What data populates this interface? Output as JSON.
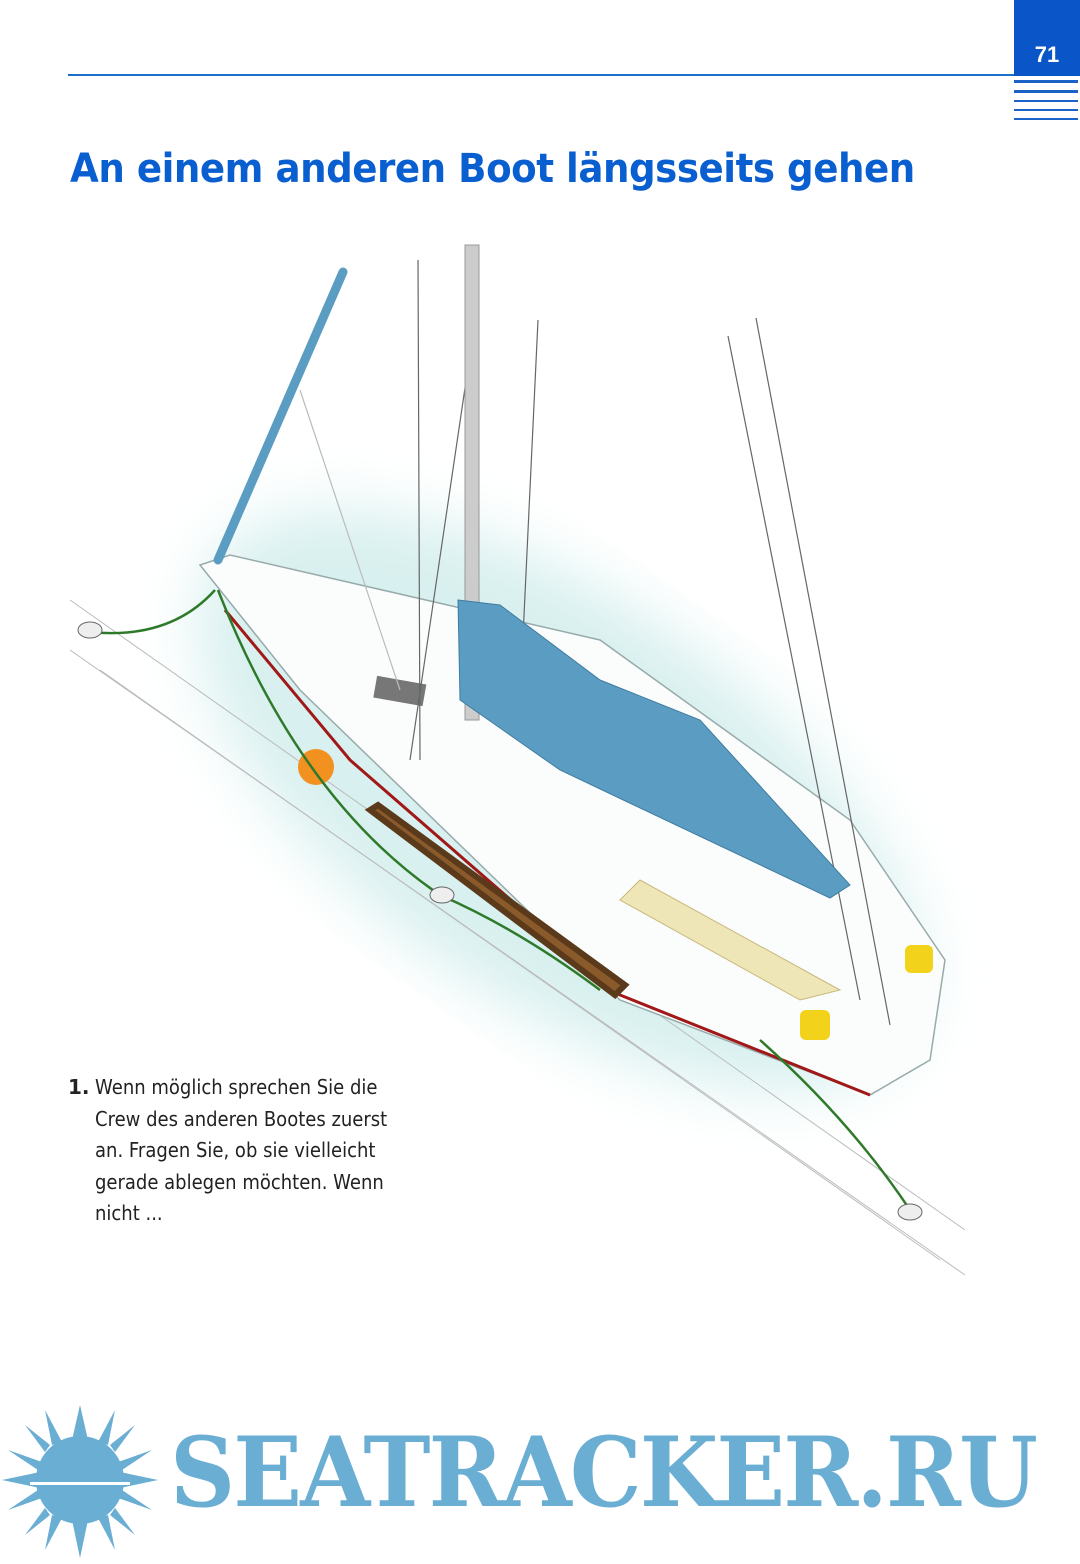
{
  "header": {
    "page_number": "71"
  },
  "title": "An einem anderen Boot längsseits gehen",
  "step": {
    "number": "1.",
    "lines": [
      "Wenn möglich sprechen Sie die",
      "Crew des anderen Bootes zuerst",
      "an. Fragen Sie, ob sie vielleicht",
      "gerade ablegen möchten. Wenn",
      "nicht ..."
    ]
  },
  "watermark": {
    "text": "SEATRACKER.RU"
  },
  "colors": {
    "accent": "#0a55c8",
    "sail_cover": "#5b9cc2",
    "fender": "#f39120",
    "fender_board": "#8a5a2b",
    "waterline": "#a01818",
    "mooring_line": "#2f7a2a",
    "watermark": "#6aaed3"
  }
}
